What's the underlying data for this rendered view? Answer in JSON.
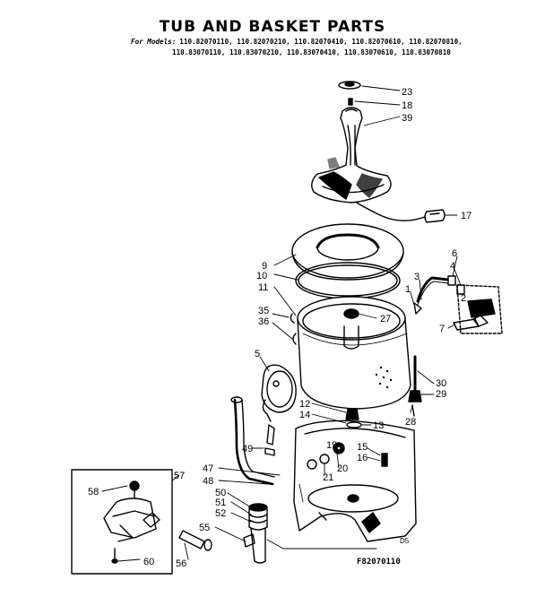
{
  "title": "TUB AND BASKET PARTS",
  "models": {
    "label": "For Models:",
    "line1": "110.82070110, 110.82070210, 110.82070410, 110.82070610, 110.82070810,",
    "line2": "110.83070110, 110.83070210, 110.83070410, 110.83070610, 110.83070810"
  },
  "callouts": [
    "23",
    "18",
    "39",
    "17",
    "9",
    "10",
    "11",
    "6",
    "4",
    "3",
    "1",
    "7",
    "35",
    "36",
    "27",
    "5",
    "30",
    "29",
    "12",
    "14",
    "13",
    "28",
    "19",
    "20",
    "21",
    "15",
    "16",
    "49",
    "57",
    "58",
    "47",
    "48",
    "50",
    "51",
    "52",
    "55",
    "56",
    "60",
    "2"
  ],
  "footer": {
    "code": "D5",
    "reference": "F82070110"
  }
}
